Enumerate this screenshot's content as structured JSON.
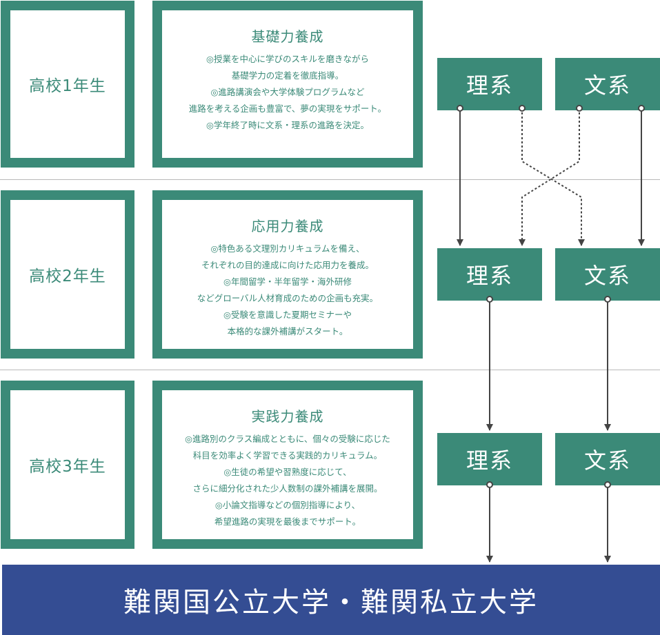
{
  "years": [
    {
      "label": "高校1年生",
      "title": "基礎力養成",
      "lines": [
        "◎授業を中心に学びのスキルを磨きながら",
        "基礎学力の定着を徹底指導。",
        "◎進路講演会や大学体験プログラムなど",
        "進路を考える企画も豊富で、夢の実現をサポート。",
        "◎学年終了時に文系・理系の進路を決定。"
      ],
      "science": "理系",
      "humanities": "文系"
    },
    {
      "label": "高校2年生",
      "title": "応用力養成",
      "lines": [
        "◎特色ある文理別カリキュラムを備え、",
        "それぞれの目的達成に向けた応用力を養成。",
        "◎年間留学・半年留学・海外研修",
        "などグローバル人材育成のための企画も充実。",
        "◎受験を意識した夏期セミナーや",
        "本格的な課外補講がスタート。"
      ],
      "science": "理系",
      "humanities": "文系"
    },
    {
      "label": "高校3年生",
      "title": "実践力養成",
      "lines": [
        "◎進路別のクラス編成とともに、個々の受験に応じた",
        "科目を効率よく学習できる実践的カリキュラム。",
        "◎生徒の希望や習熟度に応じて、",
        "さらに細分化された少人数制の課外補講を展開。",
        "◎小論文指導などの個別指導により、",
        "希望進路の実現を最後までサポート。"
      ],
      "science": "理系",
      "humanities": "文系"
    }
  ],
  "goal": "難関国公立大学・難関私立大学",
  "colors": {
    "green": "#3b8a78",
    "navy": "#344d93",
    "arrow": "#444444",
    "divider": "#b9b9b9"
  }
}
